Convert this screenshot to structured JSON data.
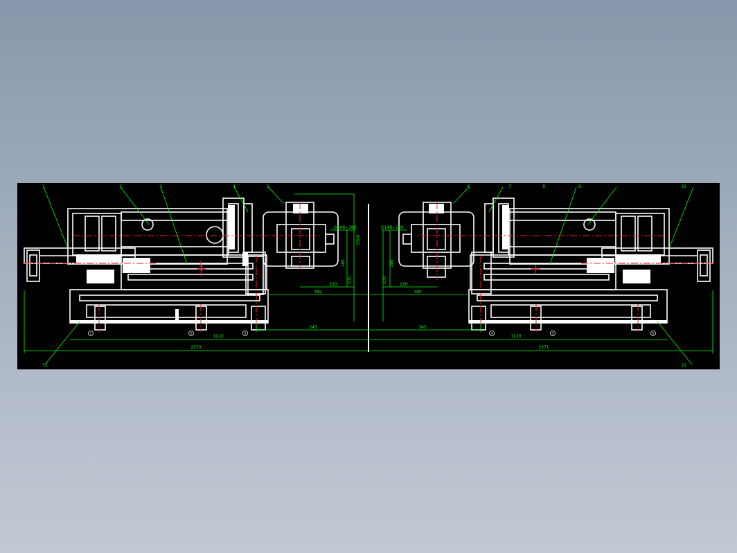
{
  "drawing": {
    "background_color": "#000000",
    "line_color": "#ffffff",
    "centerline_color": "#ff2020",
    "dimension_color": "#00ff00",
    "balloons_left": [
      "1",
      "2",
      "3",
      "4",
      "5"
    ],
    "balloons_right": [
      "6",
      "7",
      "8",
      "9",
      "10"
    ],
    "balloons_bottom_left": [
      "11"
    ],
    "balloons_bottom_right": [
      "11"
    ],
    "dimensions": {
      "overall_left": "2370",
      "overall_right": "2371",
      "base_left": "1120",
      "base_right": "1120",
      "mid_left": "345",
      "mid_right": "345",
      "span_left": "382",
      "span_right": "380",
      "offset_left": "220",
      "offset_right": "220",
      "height_a_left": "180",
      "height_a_right": "180",
      "height_b_left": "270",
      "height_b_right": "270",
      "height_c_left": "2500"
    },
    "bore_labels": {
      "left": "∅148~180",
      "right": "∅148~180"
    },
    "foot_marks": [
      "1",
      "2",
      "3",
      "4",
      "5",
      "6"
    ]
  }
}
